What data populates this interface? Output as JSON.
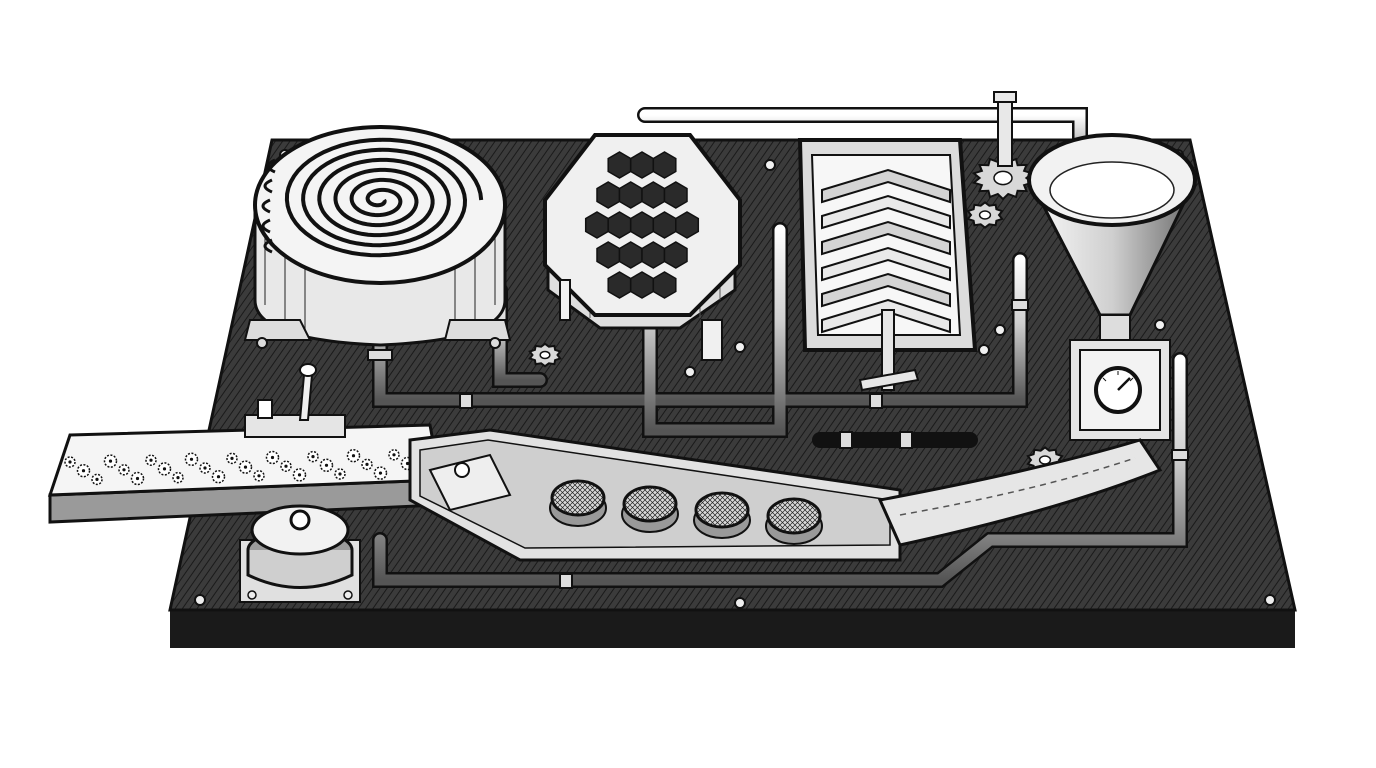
{
  "canvas": {
    "background": "#ffffff"
  },
  "palette": {
    "ink": "#141414",
    "metal_dark": "#2a2a2a",
    "metal_mid": "#8a8a8a",
    "metal_light": "#e6e6e6",
    "paper": "#f4f4f4",
    "plate_top": "#3b3b3b",
    "plate_edge": "#1a1a1a"
  },
  "illustration": {
    "components": [
      "spiral-coil-tank",
      "hexagonal-honeycomb-filter",
      "chevron-baffle-box",
      "funnel-hopper-with-gauge",
      "gear-train",
      "chute-with-gear-pellets",
      "sieve-trough",
      "curved-conveyor-outlet",
      "pipe-network",
      "lever-handle",
      "pulley-wheel",
      "pressure-gauge"
    ],
    "sieve_count": 4,
    "honeycomb_rows": 5,
    "chevron_count": 6
  }
}
